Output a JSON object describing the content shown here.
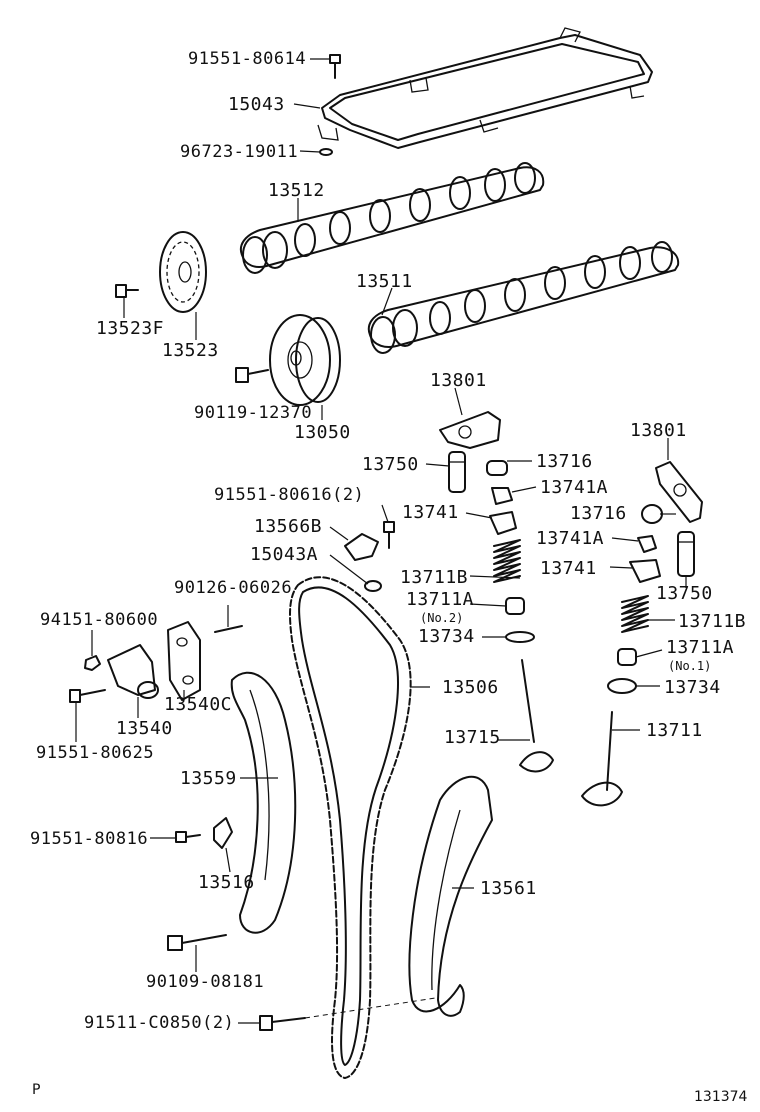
{
  "labels": {
    "l91551_80614": "91551-80614",
    "l15043": "15043",
    "l96723_19011": "96723-19011",
    "l13512": "13512",
    "l13511": "13511",
    "l13523F": "13523F",
    "l13523": "13523",
    "l90119_12370": "90119-12370",
    "l13050": "13050",
    "l13801_a": "13801",
    "l13801_b": "13801",
    "l13750_a": "13750",
    "l13750_b": "13750",
    "l13716_a": "13716",
    "l13716_b": "13716",
    "l13741A_a": "13741A",
    "l13741A_b": "13741A",
    "l13741_a": "13741",
    "l13741_b": "13741",
    "l91551_80616": "91551-80616(2)",
    "l13566B": "13566B",
    "l15043A": "15043A",
    "l13711B_a": "13711B",
    "l13711B_b": "13711B",
    "l13711A_a": "13711A",
    "l13711A_b": "13711A",
    "no2": "(No.2)",
    "no1": "(No.1)",
    "l13734_a": "13734",
    "l13734_b": "13734",
    "l90126_06026": "90126-06026",
    "l94151_80600": "94151-80600",
    "l13540C": "13540C",
    "l13540": "13540",
    "l91551_80625": "91551-80625",
    "l13506": "13506",
    "l13715": "13715",
    "l13711": "13711",
    "l13559": "13559",
    "l91551_80816": "91551-80816",
    "l13516": "13516",
    "l13561": "13561",
    "l90109_08181": "90109-08181",
    "l91511_C0850": "91511-C0850(2)"
  },
  "corner_letter": "P",
  "figure_number": "131374"
}
